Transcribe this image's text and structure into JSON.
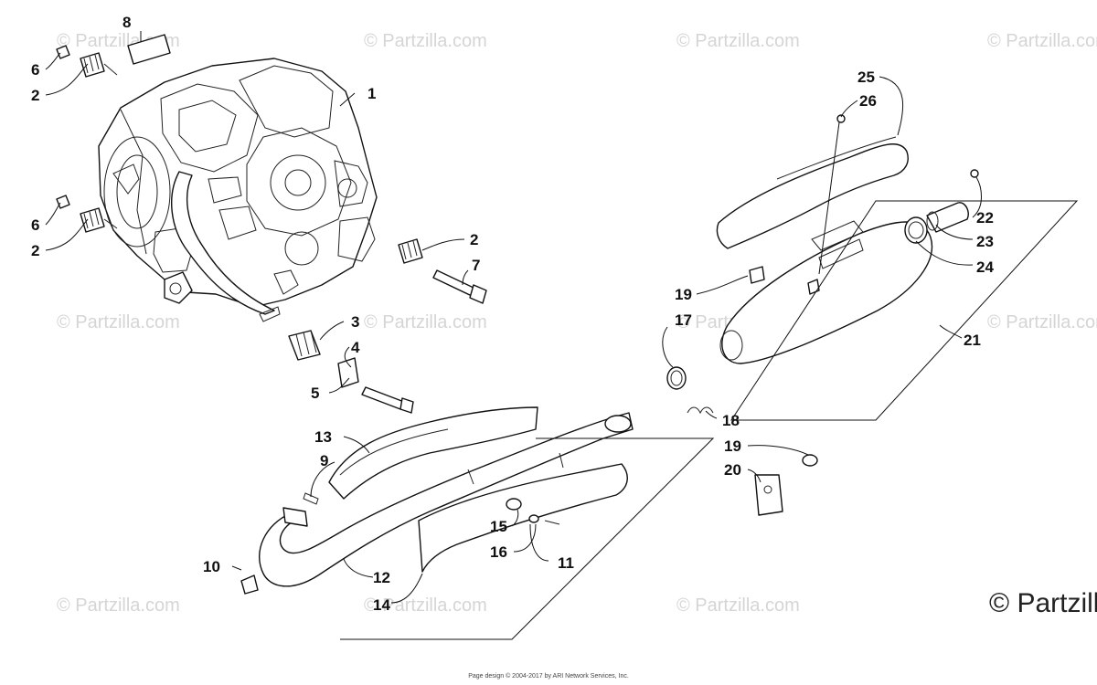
{
  "watermark_text": "© Partzilla.com",
  "copyright": "© Partzilla",
  "footer": "Page design © 2004-2017 by ARI Network Services, Inc.",
  "colors": {
    "ink": "#111111",
    "watermark": "#d5d5d5",
    "background": "#ffffff"
  },
  "callouts": [
    {
      "num": "1"
    },
    {
      "num": "2"
    },
    {
      "num": "2"
    },
    {
      "num": "2"
    },
    {
      "num": "3"
    },
    {
      "num": "4"
    },
    {
      "num": "5"
    },
    {
      "num": "6"
    },
    {
      "num": "6"
    },
    {
      "num": "7"
    },
    {
      "num": "8"
    },
    {
      "num": "9"
    },
    {
      "num": "10"
    },
    {
      "num": "11"
    },
    {
      "num": "12"
    },
    {
      "num": "13"
    },
    {
      "num": "14"
    },
    {
      "num": "15"
    },
    {
      "num": "16"
    },
    {
      "num": "17"
    },
    {
      "num": "18"
    },
    {
      "num": "19"
    },
    {
      "num": "19"
    },
    {
      "num": "20"
    },
    {
      "num": "21"
    },
    {
      "num": "22"
    },
    {
      "num": "23"
    },
    {
      "num": "24"
    },
    {
      "num": "25"
    },
    {
      "num": "26"
    }
  ]
}
